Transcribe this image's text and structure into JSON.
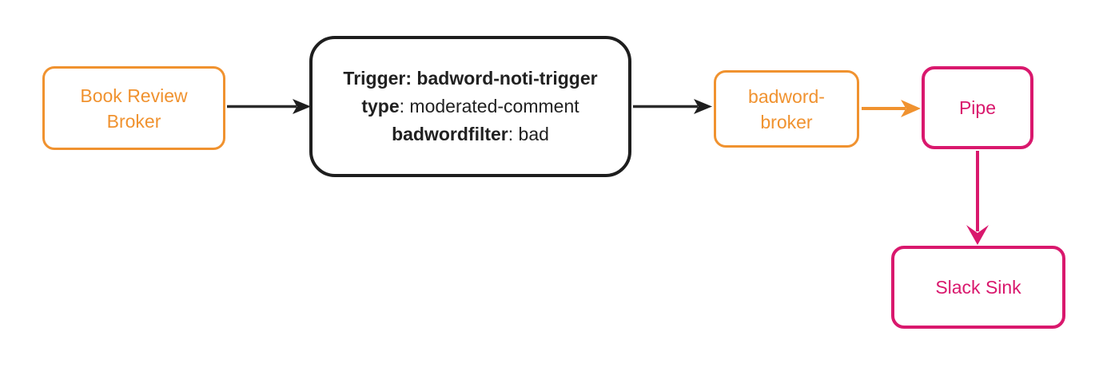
{
  "colors": {
    "orange": "#F0922F",
    "pink": "#D9186D",
    "black_border": "#1E1E1E",
    "arrow_black": "#2B2B2B"
  },
  "nodes": {
    "book_review_broker": {
      "line1": "Book Review",
      "line2": "Broker"
    },
    "trigger": {
      "line1": "Trigger: badword-noti-trigger",
      "line2_key": "type",
      "line2_value": ": moderated-comment",
      "line3_key": "badwordfilter",
      "line3_value": ": bad"
    },
    "badword_broker": {
      "line1": "badword-",
      "line2": "broker"
    },
    "pipe": {
      "label": "Pipe"
    },
    "slack_sink": {
      "label": "Slack Sink"
    }
  }
}
